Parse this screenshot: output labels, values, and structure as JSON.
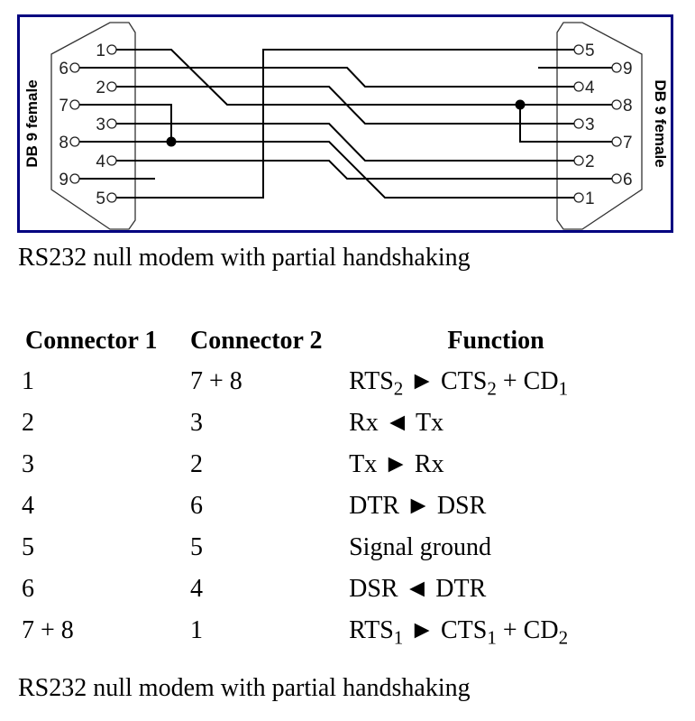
{
  "diagram": {
    "border_color": "#000080",
    "left_connector": {
      "title": "DB 9 female",
      "pins_top_row": [
        "1",
        "2",
        "3",
        "4",
        "5"
      ],
      "pins_bottom_row": [
        "6",
        "7",
        "8",
        "9"
      ]
    },
    "right_connector": {
      "title": "DB 9 female",
      "pins_top_row": [
        "5",
        "4",
        "3",
        "2",
        "1"
      ],
      "pins_bottom_row": [
        "9",
        "8",
        "7",
        "6"
      ]
    },
    "connections": [
      {
        "from": "1",
        "to": "7 + 8"
      },
      {
        "from": "2",
        "to": "3"
      },
      {
        "from": "3",
        "to": "2"
      },
      {
        "from": "4",
        "to": "6"
      },
      {
        "from": "5",
        "to": "5"
      },
      {
        "from": "6",
        "to": "4"
      },
      {
        "from": "7 + 8",
        "to": "1"
      }
    ]
  },
  "caption_top": "RS232 null modem with partial handshaking",
  "table": {
    "headers": [
      "Connector 1",
      "Connector 2",
      "Function"
    ],
    "rows": [
      {
        "c1": "1",
        "c2": "7 + 8",
        "func": [
          [
            "RTS",
            "2"
          ],
          [
            " ► ",
            ""
          ],
          [
            "CTS",
            "2"
          ],
          [
            " + ",
            ""
          ],
          [
            "CD",
            "1"
          ]
        ]
      },
      {
        "c1": "2",
        "c2": "3",
        "func": [
          [
            "Rx ◄ Tx",
            ""
          ]
        ]
      },
      {
        "c1": "3",
        "c2": "2",
        "func": [
          [
            "Tx ► Rx",
            ""
          ]
        ]
      },
      {
        "c1": "4",
        "c2": "6",
        "func": [
          [
            "DTR ► DSR",
            ""
          ]
        ]
      },
      {
        "c1": "5",
        "c2": "5",
        "func": [
          [
            "Signal ground",
            ""
          ]
        ]
      },
      {
        "c1": "6",
        "c2": "4",
        "func": [
          [
            "DSR ◄ DTR",
            ""
          ]
        ]
      },
      {
        "c1": "7 + 8",
        "c2": "1",
        "func": [
          [
            "RTS",
            "1"
          ],
          [
            " ► ",
            ""
          ],
          [
            "CTS",
            "1"
          ],
          [
            " + ",
            ""
          ],
          [
            "CD",
            "2"
          ]
        ]
      }
    ]
  },
  "caption_bottom": "RS232 null modem with partial handshaking"
}
